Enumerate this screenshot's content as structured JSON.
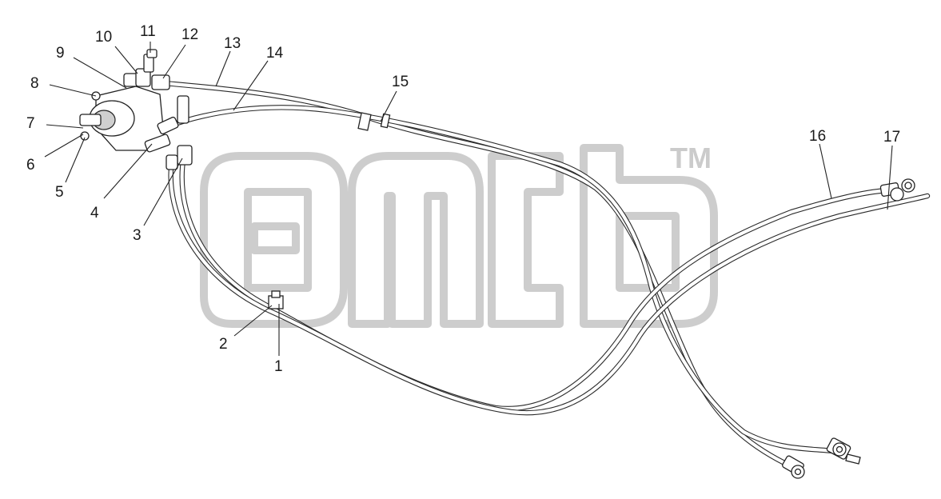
{
  "watermark": {
    "mark": "TM",
    "color": "#c8c8c8"
  },
  "callouts": [
    {
      "id": "1",
      "label": "1"
    },
    {
      "id": "2",
      "label": "2"
    },
    {
      "id": "3",
      "label": "3"
    },
    {
      "id": "4",
      "label": "4"
    },
    {
      "id": "5",
      "label": "5"
    },
    {
      "id": "6",
      "label": "6"
    },
    {
      "id": "7",
      "label": "7"
    },
    {
      "id": "8",
      "label": "8"
    },
    {
      "id": "9",
      "label": "9"
    },
    {
      "id": "10",
      "label": "10"
    },
    {
      "id": "11",
      "label": "11"
    },
    {
      "id": "12",
      "label": "12"
    },
    {
      "id": "13",
      "label": "13"
    },
    {
      "id": "14",
      "label": "14"
    },
    {
      "id": "15",
      "label": "15"
    },
    {
      "id": "16",
      "label": "16"
    },
    {
      "id": "17",
      "label": "17"
    }
  ]
}
